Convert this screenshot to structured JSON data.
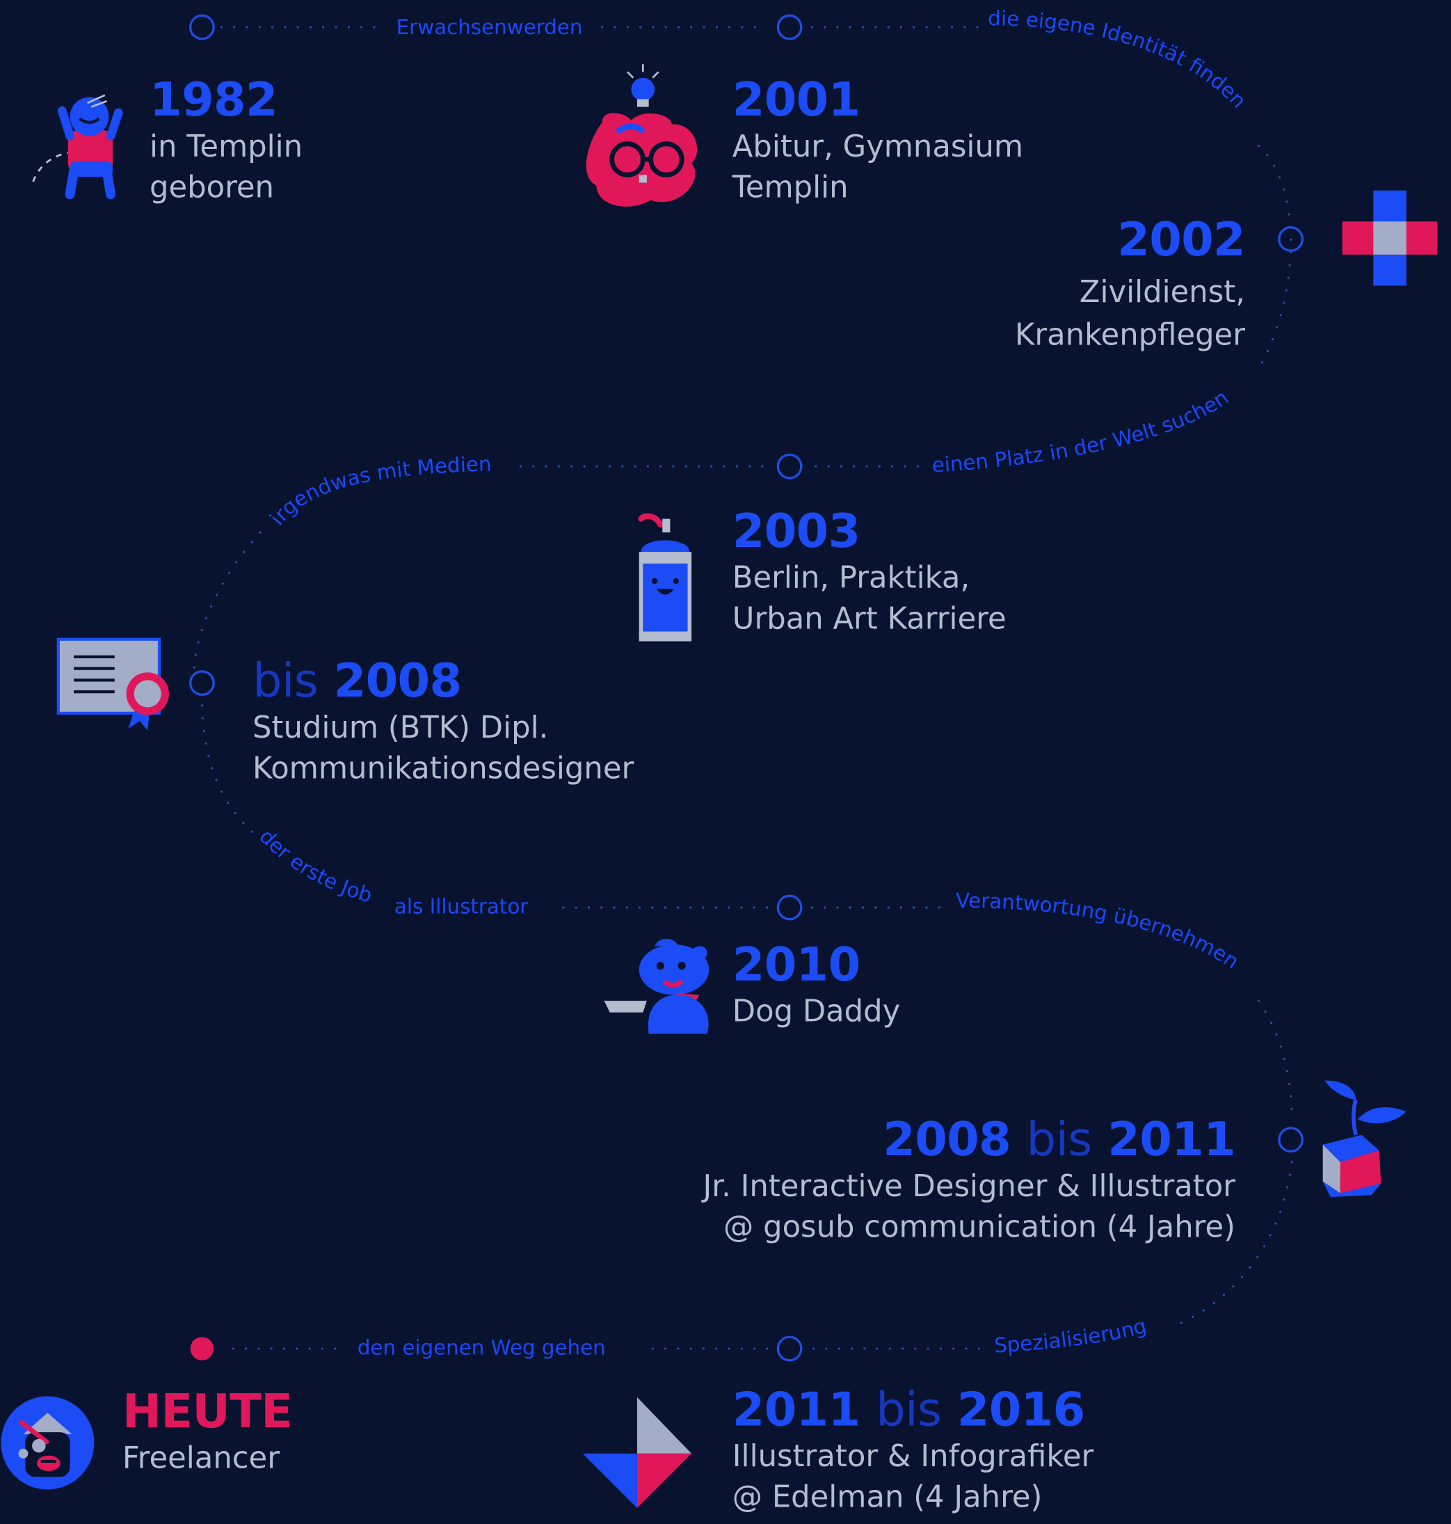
{
  "colors": {
    "background": "#09122e",
    "accent_blue": "#1c4cf5",
    "accent_red": "#e0185a",
    "text": "#b4bccf"
  },
  "phases": {
    "p1": "Erwachsenwerden",
    "p2": "die eigene Identität finden",
    "p3": "einen Platz in der Welt suchen",
    "p4": "irgendwas mit Medien",
    "p5": "der erste Job",
    "p6": "als Illustrator",
    "p7": "Verantwortung übernehmen",
    "p8": "Spezialisierung",
    "p9": "den eigenen Weg gehen"
  },
  "events": [
    {
      "id": "1982",
      "year": "1982",
      "line1": "in Templin",
      "line2": "geboren",
      "icon": "baby-icon"
    },
    {
      "id": "2001",
      "year": "2001",
      "line1": "Abitur, Gymnasium",
      "line2": "Templin",
      "icon": "brain-icon"
    },
    {
      "id": "2002",
      "year": "2002",
      "line1": "Zivildienst,",
      "line2": "Krankenpfleger",
      "icon": "medical-cross-icon"
    },
    {
      "id": "2003",
      "year": "2003",
      "line1": "Berlin, Praktika,",
      "line2": "Urban Art Karriere",
      "icon": "spray-can-icon"
    },
    {
      "id": "2008",
      "prefix": "bis",
      "year": "2008",
      "line1": "Studium (BTK) Dipl.",
      "line2": "Kommunikationsdesigner",
      "icon": "diploma-icon"
    },
    {
      "id": "2010",
      "year": "2010",
      "line1": "Dog Daddy",
      "icon": "dog-icon"
    },
    {
      "id": "2008-2011",
      "year": "2008",
      "sep": "bis",
      "year2": "2011",
      "line1": "Jr. Interactive Designer & Illustrator",
      "line2": "@ gosub communication (4 Jahre)",
      "icon": "plant-box-icon"
    },
    {
      "id": "2011-2016",
      "year": "2011",
      "sep": "bis",
      "year2": "2016",
      "line1": "Illustrator & Infografiker",
      "line2": "@ Edelman (4 Jahre)",
      "icon": "origami-icon"
    },
    {
      "id": "heute",
      "year": "HEUTE",
      "line1": "Freelancer",
      "icon": "avatar-icon"
    }
  ]
}
